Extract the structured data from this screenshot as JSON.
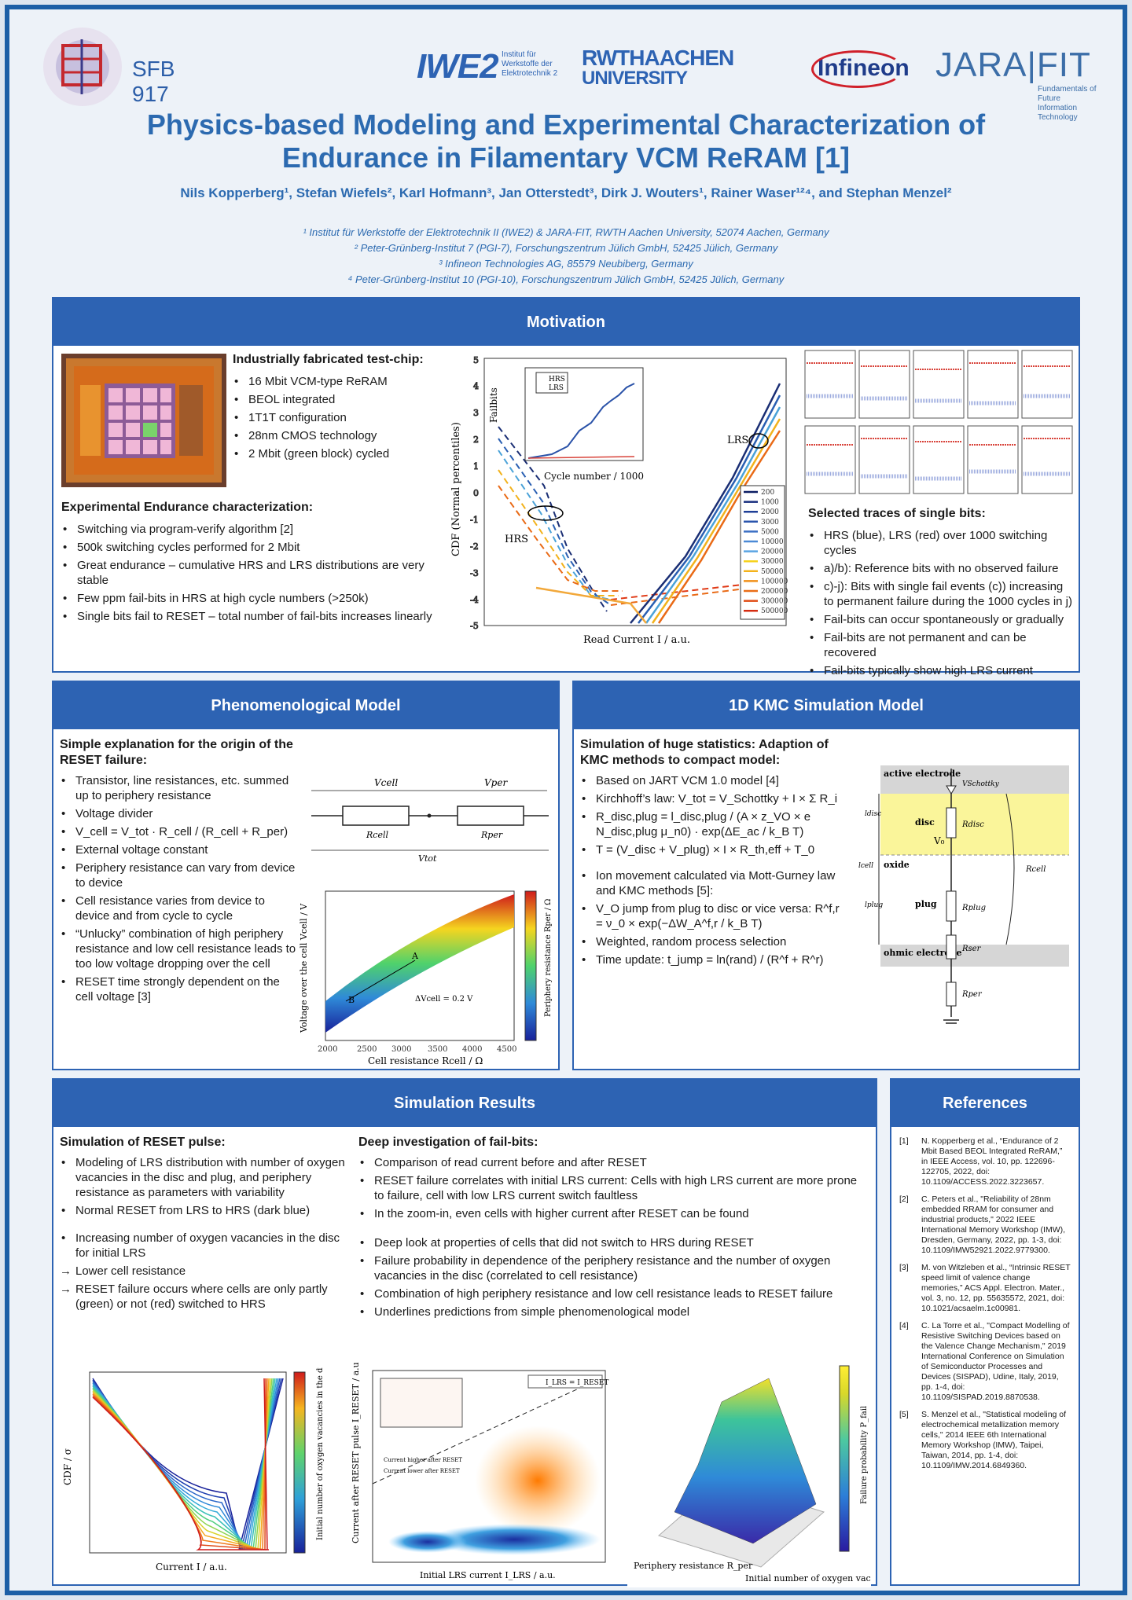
{
  "header": {
    "sfb": "SFB 917",
    "iwe_big": "IWE2",
    "iwe_small": "Institut für Werkstoffe der Elektrotechnik 2",
    "rwth_l1": "RWTHAACHEN",
    "rwth_l2": "UNIVERSITY",
    "infineon": "Infineon",
    "jara": "JARA|FIT",
    "jara_sub": "Fundamentals of Future Information Technology",
    "title_l1": "Physics-based Modeling and Experimental Characterization of",
    "title_l2": "Endurance in Filamentary VCM ReRAM [1]",
    "authors": "Nils Kopperberg¹, Stefan Wiefels², Karl Hofmann³, Jan Otterstedt³, Dirk J. Wouters¹, Rainer Waser¹²⁴, and Stephan Menzel²",
    "affil": [
      "¹ Institut für Werkstoffe der Elektrotechnik II (IWE2) & JARA-FIT, RWTH Aachen University, 52074 Aachen, Germany",
      "² Peter-Grünberg-Institut 7 (PGI-7), Forschungszentrum Jülich GmbH, 52425 Jülich, Germany",
      "³ Infineon Technologies AG, 85579 Neubiberg, Germany",
      "⁴ Peter-Grünberg-Institut 10 (PGI-10), Forschungszentrum Jülich GmbH, 52425 Jülich, Germany"
    ]
  },
  "motivation": {
    "title": "Motivation",
    "chip_heading": "Industrially fabricated test-chip:",
    "chip_items": [
      "16 Mbit VCM-type ReRAM",
      "BEOL integrated",
      "1T1T configuration",
      "28nm CMOS technology",
      "2 Mbit (green block) cycled"
    ],
    "endurance_heading": "Experimental Endurance characterization:",
    "endurance_items": [
      "Switching via program-verify algorithm [2]",
      "500k switching cycles performed for 2 Mbit",
      "Great endurance – cumulative HRS and LRS distributions are very stable",
      "Few ppm fail-bits in HRS at high cycle numbers (>250k)",
      "Single bits fail to RESET – total number of fail-bits increases linearly"
    ],
    "traces_heading": "Selected traces of single bits:",
    "traces_items": [
      "HRS (blue), LRS (red) over 1000 switching cycles",
      "a)/b): Reference bits with no observed failure",
      "c)-j): Bits with single fail events (c)) increasing to permanent failure during the 1000 cycles in j)",
      "Fail-bits can occur spontaneously or gradually",
      "Fail-bits are not permanent and can be recovered",
      "Fail-bits typically show high LRS current"
    ],
    "cdf_xlabel": "Read Current I / a.u.",
    "cdf_ylabel": "CDF (Normal percentiles)",
    "inset_xlabel": "Cycle number / 1000",
    "inset_ylabel": "Failbits",
    "hrs_label": "HRS",
    "lrs_label": "LRS",
    "cycles": [
      "200",
      "1000",
      "2000",
      "3000",
      "5000",
      "10000",
      "20000",
      "30000",
      "50000",
      "100000",
      "200000",
      "300000",
      "500000"
    ]
  },
  "phenom": {
    "title": "Phenomenological Model",
    "heading": "Simple explanation for the origin of the RESET failure:",
    "items": [
      "Transistor, line resistances, etc. summed up to periphery resistance",
      "Voltage divider",
      "V_cell = V_tot · R_cell / (R_cell + R_per)",
      "External voltage constant",
      "Periphery resistance can vary from device to device",
      "Cell resistance varies from device to device and from cycle to cycle",
      "“Unlucky” combination of high periphery resistance and low cell resistance leads to too low voltage dropping over the cell",
      "RESET time strongly dependent on the cell voltage [3]"
    ],
    "vcell": "Vcell",
    "vper": "Vper",
    "rcell": "Rcell",
    "rper": "Rper",
    "vtot": "Vtot",
    "xlabel": "Cell resistance Rcell / Ω",
    "ylabel": "Voltage over the cell Vcell / V",
    "cbar_label": "Periphery resistance Rper / Ω",
    "delta": "ΔVcell = 0.2 V"
  },
  "kmc": {
    "title": "1D KMC Simulation Model",
    "heading": "Simulation of huge statistics: Adaption of KMC methods to compact model:",
    "items": [
      "Based on JART VCM 1.0 model [4]",
      "Kirchhoff’s law: V_tot = V_Schottky + I × Σ R_i",
      "R_disc,plug = l_disc,plug / (A × z_VO × e N_disc,plug μ_n0) · exp(ΔE_ac / k_B T)",
      "T = (V_disc + V_plug) × I × R_th,eff + T_0",
      "Ion movement calculated via Mott-Gurney law and KMC methods [5]:",
      "V_O jump from plug to disc or vice versa: R^f,r = ν_0 × exp(−ΔW_A^f,r / k_B T)",
      "Weighted, random process selection",
      "Time update: t_jump = ln(rand) / (R^f + R^r)"
    ],
    "labels": {
      "active": "active electrode",
      "disc": "disc",
      "oxide": "oxide",
      "plug": "plug",
      "ohmic": "ohmic electrode",
      "rdisc": "Rdisc",
      "rplug": "Rplug",
      "rser": "Rser",
      "rper": "Rper",
      "rcell": "Rcell",
      "vschottky": "VSchottky",
      "ldisc": "ldisc",
      "lplug": "lplug",
      "lcell": "lcell",
      "vo": "V₀"
    }
  },
  "sim": {
    "title": "Simulation Results",
    "reset_heading": "Simulation of RESET pulse:",
    "reset_items": [
      "Modeling of LRS distribution with number of oxygen vacancies in the disc and plug, and periphery resistance as parameters with variability",
      "Normal RESET from LRS to HRS (dark blue)",
      "Increasing number of oxygen vacancies in the disc for initial LRS",
      "Lower cell resistance",
      "RESET failure occurs where cells are only partly (green) or not (red) switched to HRS"
    ],
    "deep_heading": "Deep investigation of fail-bits:",
    "deep_items_a": [
      "Comparison of read current before and after RESET",
      "RESET failure correlates with initial LRS current: Cells with high LRS current are more prone to failure, cell with low LRS current switch faultless",
      "In the zoom-in, even cells with higher current after RESET can be found"
    ],
    "deep_items_b": [
      "Deep look at properties of cells that did not switch to HRS during RESET",
      "Failure probability in dependence of the periphery resistance and the number of oxygen vacancies in the disc (correlated to cell resistance)",
      "Combination of high periphery resistance and low cell resistance leads to RESET failure",
      "Underlines predictions from simple phenomenological model"
    ],
    "fig1_xlabel": "Current I / a.u.",
    "fig1_ylabel": "CDF / σ",
    "fig1_cbar": "Initial number of oxygen vacancies in the disc N_disc",
    "fig2_xlabel": "Initial LRS current I_LRS / a.u.",
    "fig2_ylabel": "Current after RESET pulse I_RESET / a.u.",
    "fig2_legend": "I_LRS = I_RESET",
    "fig2_ann1": "Current higher after RESET",
    "fig2_ann2": "Current lower after RESET",
    "fig3_xlabel": "Periphery resistance R_per",
    "fig3_ylabel": "Initial number of oxygen vacancies in disc",
    "fig3_cbar": "Failure probability P_fail"
  },
  "refs": {
    "title": "References",
    "items": [
      {
        "n": "[1]",
        "t": "N. Kopperberg et al., “Endurance of 2 Mbit Based BEOL Integrated ReRAM,” in IEEE Access, vol. 10, pp. 122696-122705, 2022, doi: 10.1109/ACCESS.2022.3223657."
      },
      {
        "n": "[2]",
        "t": "C. Peters et al., \"Reliability of 28nm embedded RRAM for consumer and industrial products,\" 2022 IEEE International Memory Workshop (IMW), Dresden, Germany, 2022, pp. 1-3, doi: 10.1109/IMW52921.2022.9779300."
      },
      {
        "n": "[3]",
        "t": "M. von Witzleben et al., “Intrinsic RESET speed limit of valence change memories,” ACS Appl. Electron. Mater., vol. 3, no. 12, pp. 55635572, 2021, doi: 10.1021/acsaelm.1c00981."
      },
      {
        "n": "[4]",
        "t": "C. La Torre et al., \"Compact Modelling of Resistive Switching Devices based on the Valence Change Mechanism,\" 2019 International Conference on Simulation of Semiconductor Processes and Devices (SISPAD), Udine, Italy, 2019, pp. 1-4, doi: 10.1109/SISPAD.2019.8870538."
      },
      {
        "n": "[5]",
        "t": "S. Menzel et al., \"Statistical modeling of electrochemical metallization memory cells,\" 2014 IEEE 6th International Memory Workshop (IMW), Taipei, Taiwan, 2014, pp. 1-4, doi: 10.1109/IMW.2014.6849360."
      }
    ]
  }
}
